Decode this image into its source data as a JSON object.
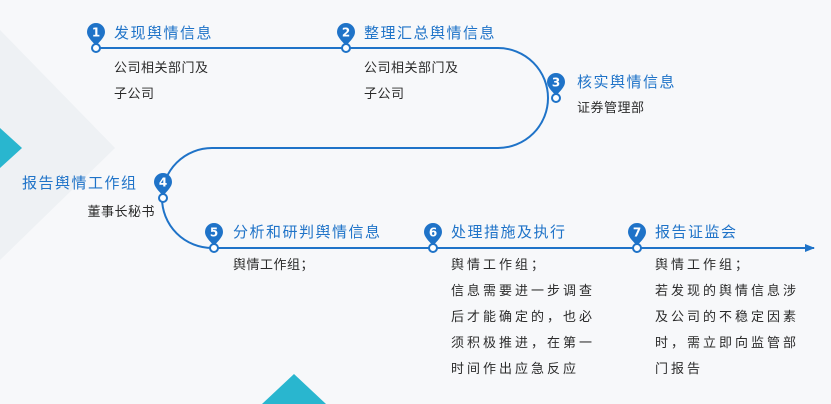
{
  "colors": {
    "accent": "#1f73c8",
    "teal": "#29b6cf",
    "text": "#2b2b2b",
    "background": "#f7f8fa"
  },
  "steps": [
    {
      "num": "1",
      "title": "发现舆情信息",
      "desc": [
        "公司相关部门及",
        "子公司"
      ]
    },
    {
      "num": "2",
      "title": "整理汇总舆情信息",
      "desc": [
        "公司相关部门及",
        "子公司"
      ]
    },
    {
      "num": "3",
      "title": "核实舆情信息",
      "desc": [
        "证券管理部"
      ]
    },
    {
      "num": "4",
      "title": "报告舆情工作组",
      "desc": [
        "董事长秘书"
      ]
    },
    {
      "num": "5",
      "title": "分析和研判舆情信息",
      "desc": [
        "舆情工作组；"
      ]
    },
    {
      "num": "6",
      "title": "处理措施及执行",
      "desc": [
        "舆情工作组；",
        "信息需要进一步调查",
        "后才能确定的，也必",
        "须积极推进，在第一",
        "时间作出应急反应"
      ]
    },
    {
      "num": "7",
      "title": "报告证监会",
      "desc": [
        "舆情工作组；",
        "若发现的舆情信息涉",
        "及公司的不稳定因素",
        "时，需立即向监管部",
        "门报告"
      ]
    }
  ]
}
